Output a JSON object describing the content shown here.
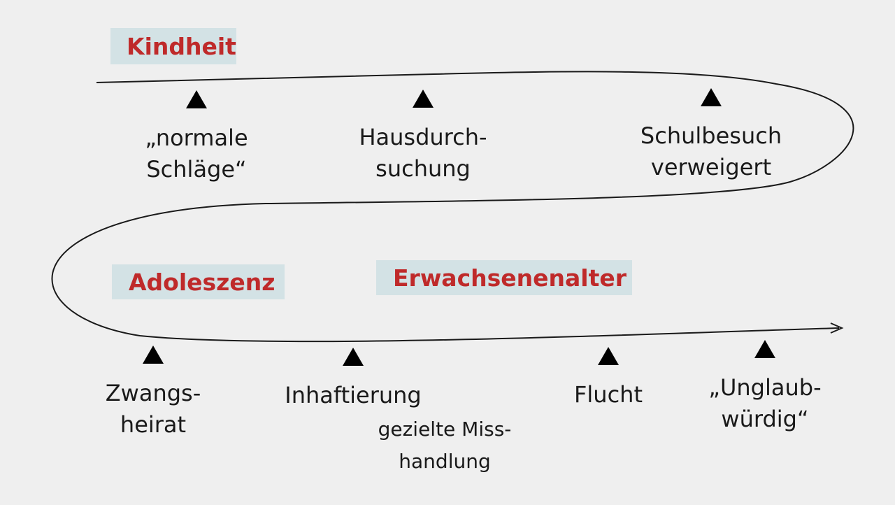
{
  "phases": {
    "childhood": "Kindheit",
    "adolescence": "Adoleszenz",
    "adulthood": "Erwachsenenalter"
  },
  "events": {
    "normale_schlaege": [
      "„normale",
      "Schläge“"
    ],
    "hausdurchsuchung": [
      "Hausdurch-",
      "suchung"
    ],
    "schulbesuch": [
      "Schulbesuch",
      "verweigert"
    ],
    "zwangsheirat": [
      "Zwangs-",
      "heirat"
    ],
    "inhaftierung": [
      "Inhaftierung"
    ],
    "gezielte_misshandlung": [
      "gezielte Miss-",
      "handlung"
    ],
    "flucht": [
      "Flucht"
    ],
    "unglaubwuerdig": [
      "„Unglaub-",
      "würdig“"
    ]
  },
  "colors": {
    "background": "#efefef",
    "phase_box": "#d3e2e5",
    "phase_text": "#bf2a2a",
    "line": "#1a1a1a",
    "marker": "#000000"
  }
}
